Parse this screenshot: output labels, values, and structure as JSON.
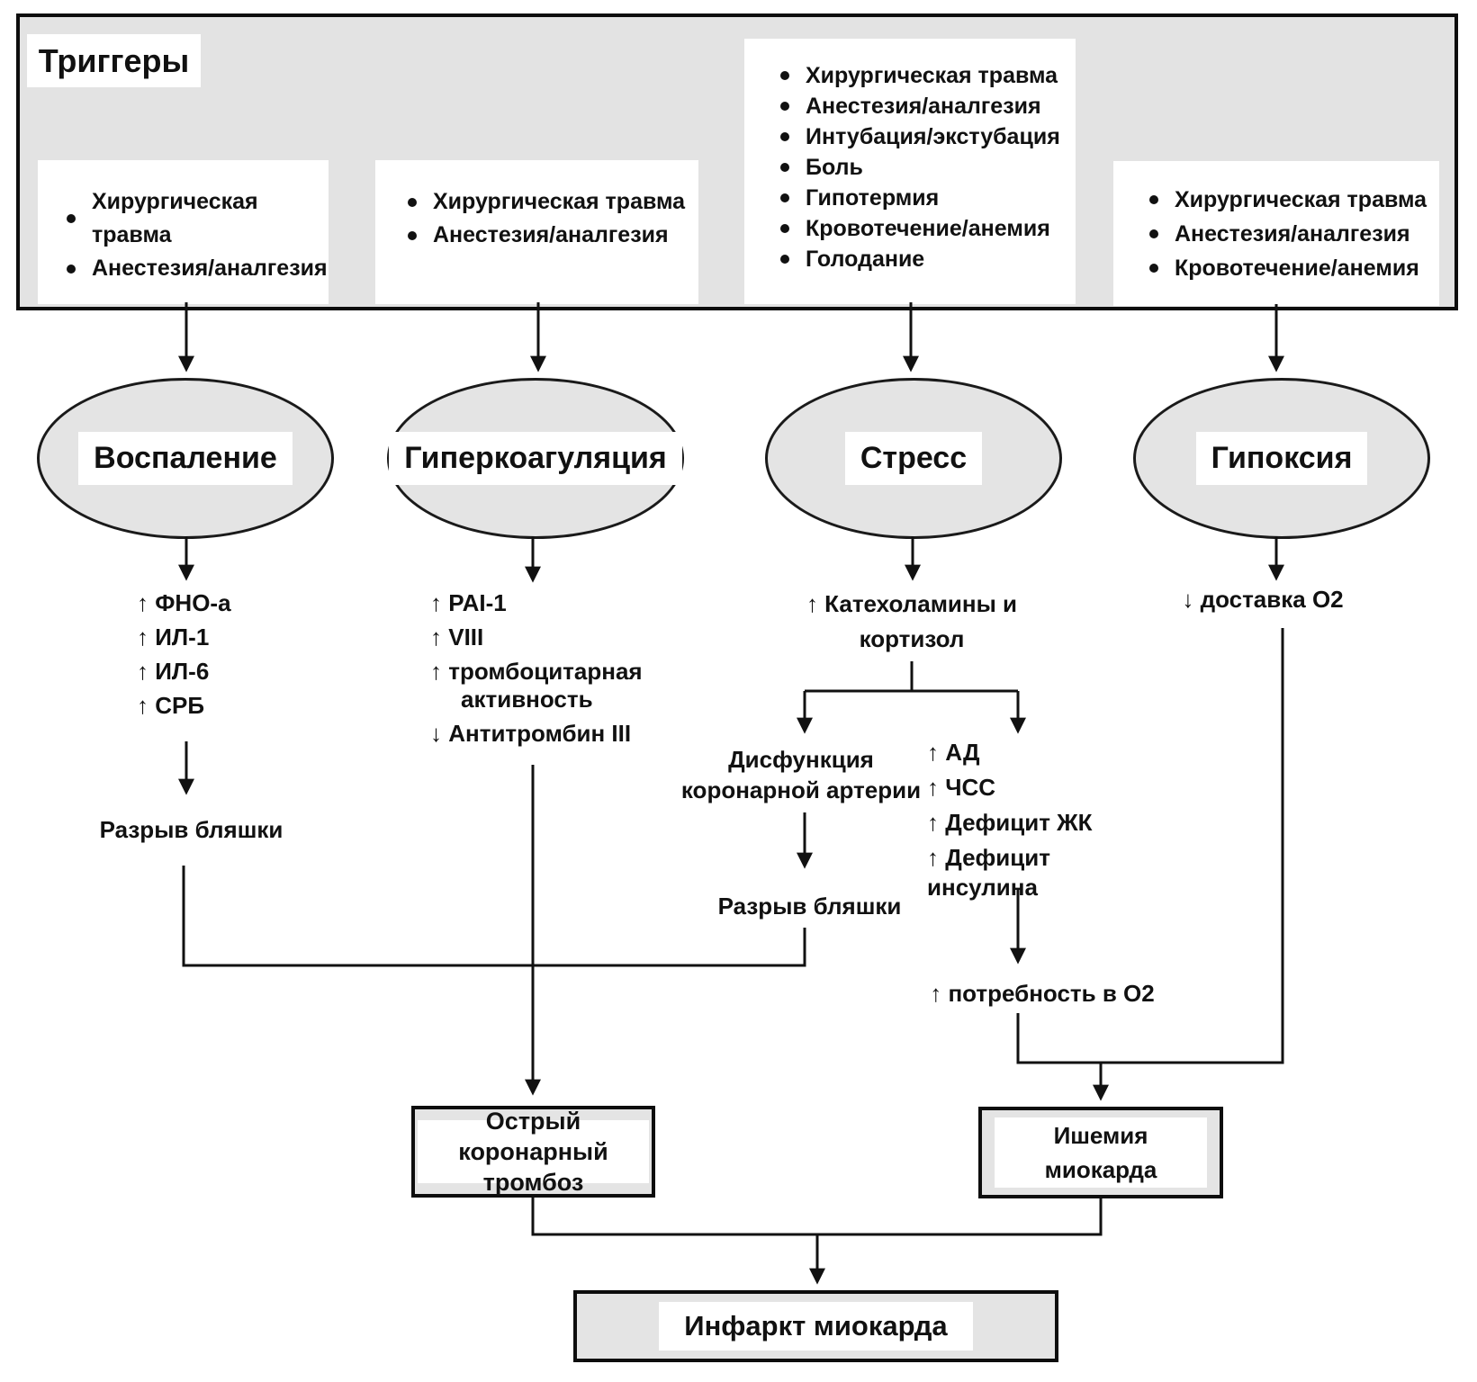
{
  "colors": {
    "panel_fill": "#e3e3e3",
    "node_fill": "#e4e4e4",
    "line": "#111111",
    "label_bg": "#ffffff"
  },
  "triggers": {
    "label": "Триггеры",
    "boxes": [
      {
        "items": [
          "Хирургическая травма",
          "Анестезия/аналгезия"
        ]
      },
      {
        "items": [
          "Хирургическая травма",
          "Анестезия/аналгезия"
        ]
      },
      {
        "items": [
          "Хирургическая травма",
          "Анестезия/аналгезия",
          "Интубация/экстубация",
          "Боль",
          "Гипотермия",
          "Кровотечение/анемия",
          "Голодание"
        ]
      },
      {
        "items": [
          "Хирургическая травма",
          "Анестезия/аналгезия",
          "Кровотечение/анемия"
        ]
      }
    ]
  },
  "mechanisms": {
    "inflammation": {
      "label": "Воспаление",
      "mediators": [
        "↑ ФНО-а",
        "↑ ИЛ-1",
        "↑ ИЛ-6",
        "↑ СРБ"
      ],
      "outcome": "Разрыв бляшки"
    },
    "hypercoagulation": {
      "label": "Гиперкоагуляция",
      "mediators": [
        "↑ PAI-1",
        "↑ VIII",
        "↑ тромбоцитарная\nактивность",
        "↓ Антитромбин III"
      ]
    },
    "stress": {
      "label": "Стресс",
      "mediator": "↑ Катехоламины и\nкортизол",
      "left_branch": {
        "text": "Дисфункция\nкоронарной артерии",
        "outcome": "Разрыв бляшки"
      },
      "right_branch": {
        "items": [
          "↑ АД",
          "↑ ЧСС",
          "↑ Дефицит ЖК",
          "↑ Дефицит инсулина"
        ],
        "outcome": "↑ потребность в О2"
      }
    },
    "hypoxia": {
      "label": "Гипоксия",
      "mediator": "↓ доставка О2"
    }
  },
  "outcomes": {
    "thrombosis": "Острый коронарный\nтромбоз",
    "ischemia": "Ишемия\nмиокарда",
    "infarction": "Инфаркт миокарда"
  }
}
